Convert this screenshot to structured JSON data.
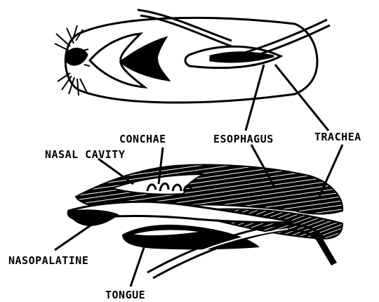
{
  "labels": {
    "conchae": "CONCHAE",
    "nasal_cavity": "NASAL CAVITY",
    "esophagus": "ESOPHAGUS",
    "trachea": "TRACHEA",
    "nasopalatine": "NASOPALATINE",
    "tongue": "TONGUE"
  },
  "colors": {
    "ink": "#000000",
    "paper": "#ffffff"
  }
}
